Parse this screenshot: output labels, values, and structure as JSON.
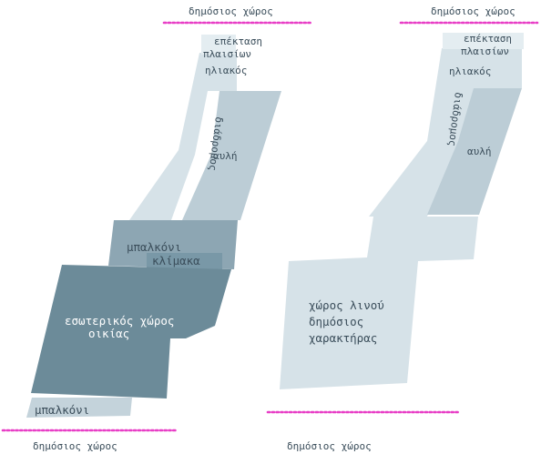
{
  "colors": {
    "light_blue": "#d6e2e8",
    "pale_blue": "#e4edf1",
    "mid_blue": "#bccdd6",
    "balcony_blue": "#8da6b3",
    "dark_blue": "#6c8b99",
    "public_line": "#e83ec6"
  },
  "left": {
    "public_space_top": "δημόσιος χώρος",
    "frame_extension_line1": "επέκταση",
    "frame_extension_line2": "πλαισίων",
    "solar": "ηλιακός",
    "corridor": "διάδρομος",
    "courtyard": "αυλή",
    "balcony": "μπαλκόνι",
    "stair": "κλίμακα",
    "interior_line1": "εσωτερικός χώρος",
    "interior_line2": "οικίας",
    "balcony_bottom": "μπαλκόνι",
    "public_space_bottom": "δημόσιος χώρος"
  },
  "right": {
    "public_space_top": "δημόσιος χώρος",
    "frame_extension_line1": "επέκταση",
    "frame_extension_line2": "πλαισίων",
    "solar": "ηλιακός",
    "corridor": "διάδρομος",
    "courtyard": "αυλή",
    "public_character_line1": "χώρος λινού",
    "public_character_line2": "δημόσιος",
    "public_character_line3": "χαρακτήρας",
    "public_space_bottom": "δημόσιος χώρος"
  }
}
